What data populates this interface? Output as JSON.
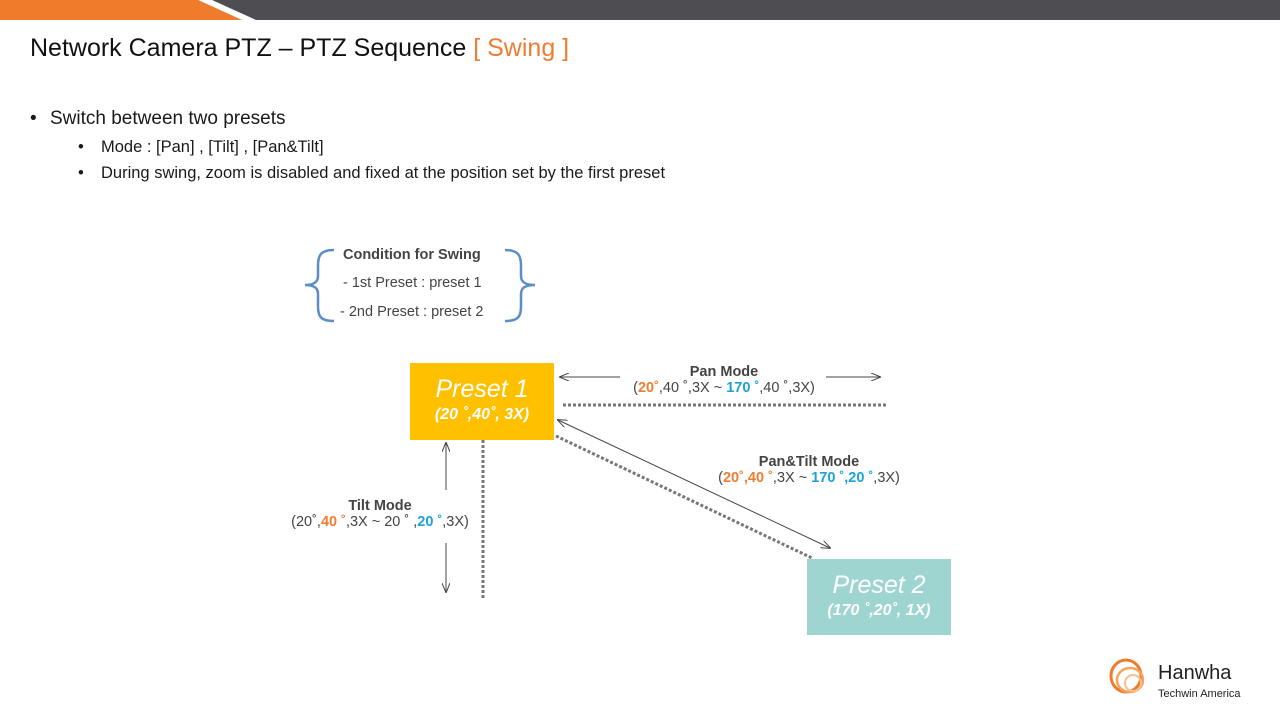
{
  "header": {
    "title": "Network Camera PTZ – PTZ Sequence",
    "title_accent": "[ Swing ]"
  },
  "bullets": {
    "main": "Switch between two presets",
    "sub": [
      "Mode : [Pan] , [Tilt] , [Pan&Tilt]",
      "During swing, zoom is disabled and fixed at the position set by the first preset"
    ]
  },
  "condition": {
    "heading": "Condition for Swing",
    "line1": "- 1st Preset : preset 1",
    "line2": "- 2nd Preset : preset 2"
  },
  "preset1": {
    "name": "Preset 1",
    "position": "(20 ˚,40˚, 3X)"
  },
  "preset2": {
    "name": "Preset 2",
    "position": "(170 ˚,20˚, 1X)"
  },
  "pan_mode": {
    "title": "Pan Mode",
    "p1": "(",
    "p2": "20˚",
    "p3": ",40 ˚,3X ~ ",
    "p4": "170 ˚",
    "p5": ",40 ˚,3X)"
  },
  "pantilt_mode": {
    "title": "Pan&Tilt Mode",
    "p1": "(",
    "p2": "20˚,40 ˚",
    "p3": ",3X ~ ",
    "p4": "170 ˚,20 ˚",
    "p5": ",3X)"
  },
  "tilt_mode": {
    "title": "Tilt Mode",
    "p1": "(20˚,",
    "p2": "40 ˚",
    "p3": ",3X ~ 20 ˚ ,",
    "p4": "20 ˚",
    "p5": ",3X)"
  },
  "logo": {
    "name": "Hanwha",
    "subtitle": "Techwin America"
  },
  "colors": {
    "accent_orange": "#ee7d31",
    "accent_blue": "#1aa3d4",
    "preset1_bg": "#ffc000",
    "preset2_bg": "#9fd5d1",
    "topbar_dark": "#4d4d52",
    "bracket_blue": "#5b8ec9"
  }
}
